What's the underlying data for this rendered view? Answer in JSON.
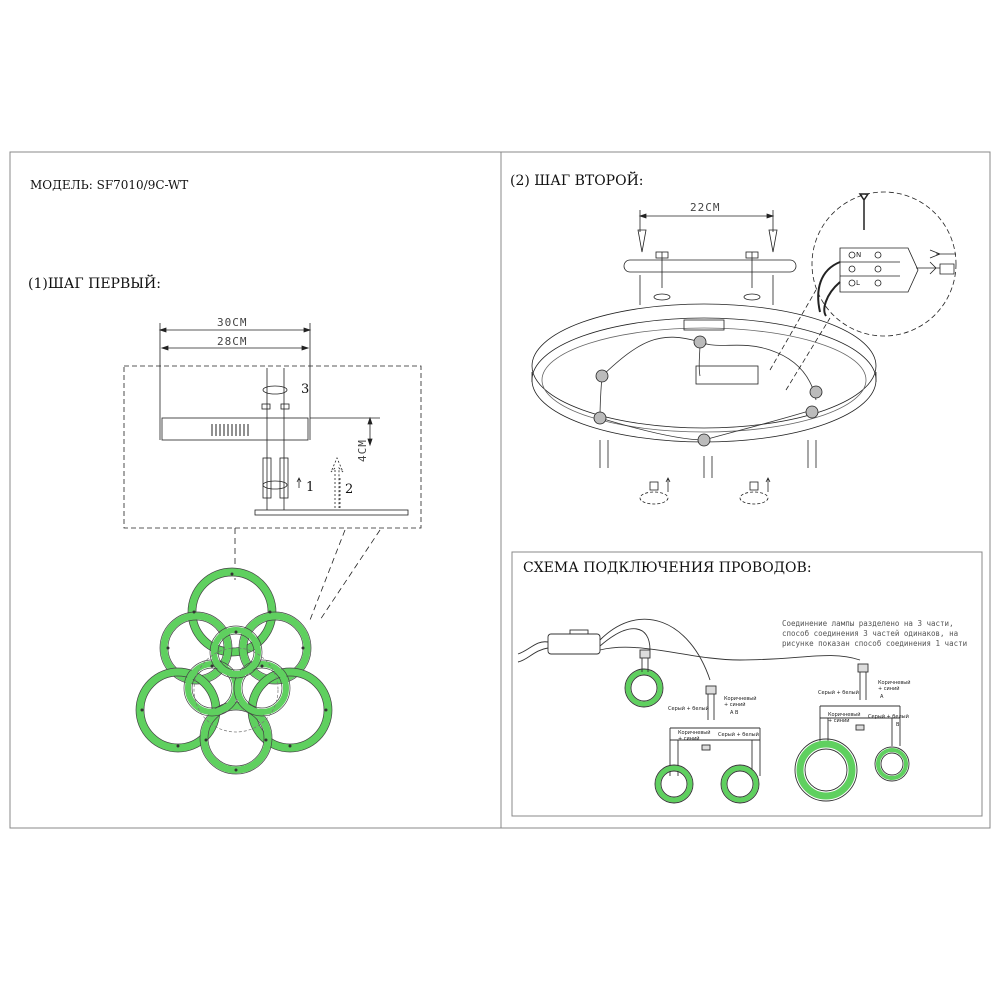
{
  "header": {
    "model": "МОДЕЛЬ: SF7010/9C-WT"
  },
  "step1": {
    "title": "(1)ШАГ ПЕРВЫЙ:",
    "dim_outer": "30CM",
    "dim_inner": "28CM",
    "dim_height": "4CM",
    "callout_1": "1",
    "callout_2": "2",
    "callout_3": "3"
  },
  "step2": {
    "title": "(2) ШАГ ВТОРОЙ:",
    "dim_width": "22CM"
  },
  "scheme": {
    "title": "СХЕМА ПОДКЛЮЧЕНИЯ ПРОВОДОВ:",
    "note_line1": "Соединение лампы разделено на 3 части,",
    "note_line2": "способ соединения 3 частей одинаков, на",
    "note_line3": "рисунке показан способ соединения 1 части",
    "label_brown_blue": "Коричневый + синий",
    "label_gray_white": "Серый + белый",
    "label_ab_1": "A B",
    "label_ab_2": "A",
    "label_ab_3": "B"
  },
  "terminal": {
    "n": "N",
    "l": "L"
  },
  "colors": {
    "ring_green": "#5fd05f",
    "line": "#222222",
    "frame": "#888888"
  }
}
